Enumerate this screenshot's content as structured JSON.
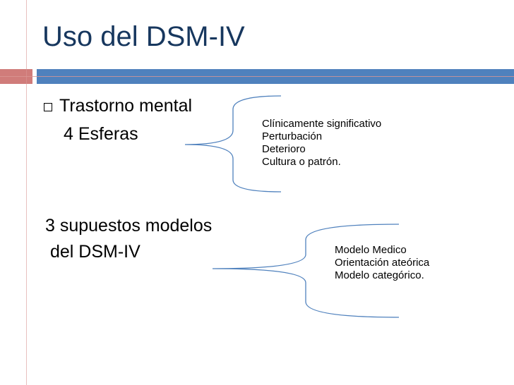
{
  "slide": {
    "title": "Uso del DSM-IV",
    "section1": {
      "bullet": "Trastorno mental",
      "subline": "4 Esferas",
      "items": [
        "Clínicamente significativo",
        "Perturbación",
        "Deterioro",
        "Cultura o patrón."
      ]
    },
    "section2": {
      "line1": "3 supuestos modelos",
      "line2": "del DSM-IV",
      "items": [
        "Modelo Medico",
        "Orientación ateórica",
        "Modelo categórico."
      ]
    }
  },
  "colors": {
    "title": "#17375E",
    "bar_main": "#4F81BD",
    "bar_accent": "#C0504D",
    "guide_lines": "#D99694"
  }
}
